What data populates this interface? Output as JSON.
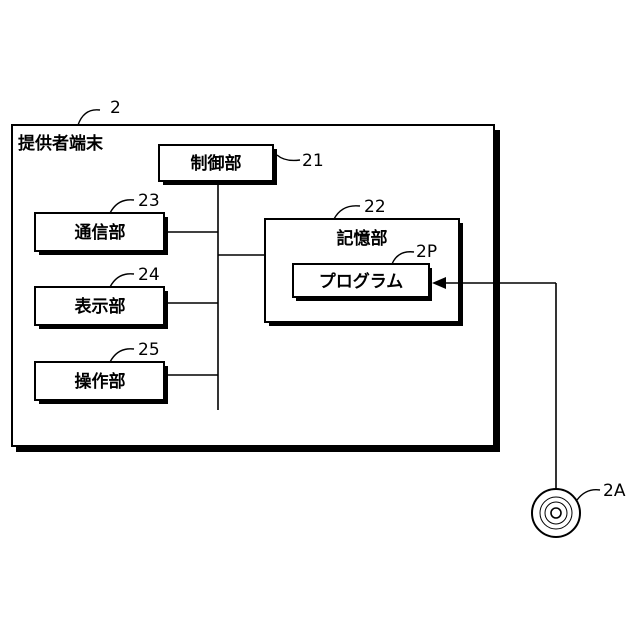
{
  "diagram": {
    "terminal": {
      "title": "提供者端末",
      "ref": "2"
    },
    "control": {
      "label": "制御部",
      "ref": "21"
    },
    "storage": {
      "label": "記憶部",
      "ref": "22"
    },
    "program": {
      "label": "プログラム",
      "ref": "2P"
    },
    "communication": {
      "label": "通信部",
      "ref": "23"
    },
    "display": {
      "label": "表示部",
      "ref": "24"
    },
    "operation": {
      "label": "操作部",
      "ref": "25"
    },
    "disc": {
      "ref": "2A"
    }
  }
}
